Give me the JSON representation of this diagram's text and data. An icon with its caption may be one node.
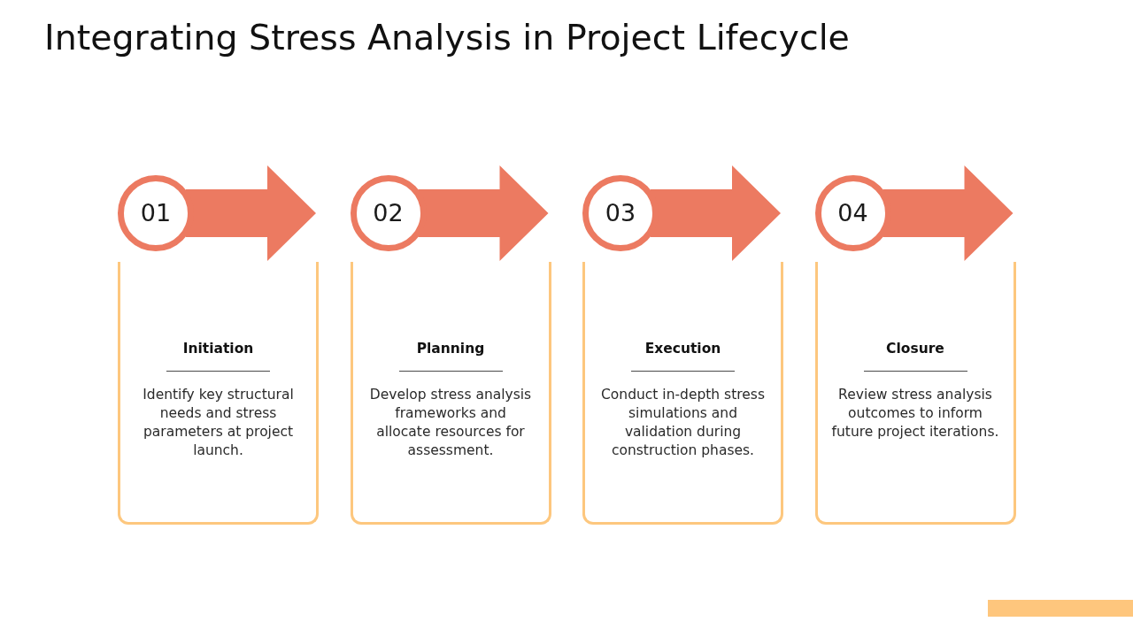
{
  "diagram": {
    "title": "Integrating Stress Analysis in Project Lifecycle",
    "nodes": [
      {
        "text": [
          "01"
        ]
      },
      {
        "text": [
          "Initiation",
          "Identify key structural needs and stress parameters at project launch."
        ]
      },
      {
        "text": [
          "02"
        ]
      },
      {
        "text": [
          "Planning",
          "Develop stress analysis frameworks and allocate resources for assessment."
        ]
      },
      {
        "text": [
          "03"
        ]
      },
      {
        "text": [
          "Execution",
          "Conduct in-depth stress simulations and validation during construction phases."
        ]
      },
      {
        "text": [
          "04"
        ]
      },
      {
        "text": [
          "Closure",
          "Review stress analysis outcomes to inform future project iterations."
        ]
      }
    ],
    "edges": [
      {
        "from": 0,
        "to": null,
        "arrow": "to"
      },
      {
        "from": 2,
        "to": null,
        "arrow": "to"
      },
      {
        "from": 4,
        "to": null,
        "arrow": "to"
      },
      {
        "from": 6,
        "to": null,
        "arrow": "to"
      }
    ]
  }
}
